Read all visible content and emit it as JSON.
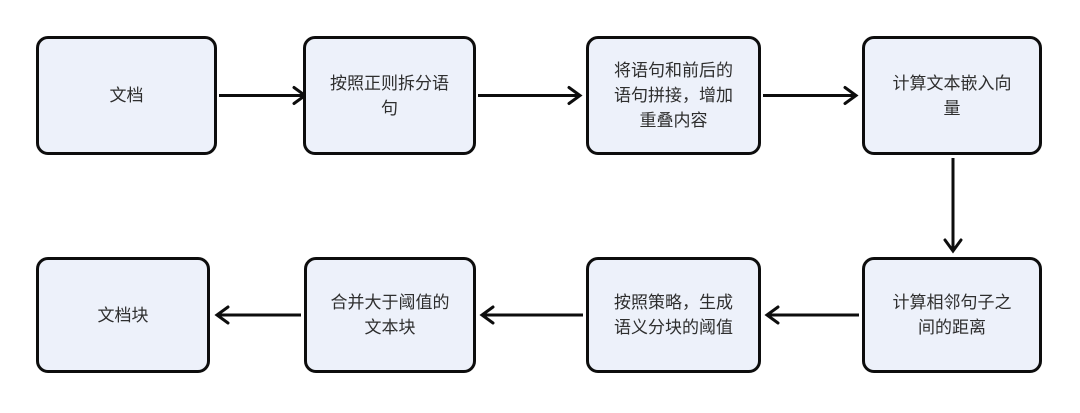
{
  "diagram": {
    "type": "flowchart",
    "colors": {
      "background": "#ffffff",
      "node_fill": "#edf1fa",
      "node_border": "#0d0d0d",
      "text": "#2e2e2e",
      "arrow": "#0d0d0d"
    },
    "nodes": [
      {
        "id": "document",
        "label": "文档"
      },
      {
        "id": "regex-split",
        "label": "按照正则拆分语句"
      },
      {
        "id": "concat-overlap",
        "label": "将语句和前后的语句拼接，增加重叠内容"
      },
      {
        "id": "embedding",
        "label": "计算文本嵌入向量"
      },
      {
        "id": "sentence-distance",
        "label": "计算相邻句子之间的距离"
      },
      {
        "id": "threshold",
        "label": "按照策略，生成语义分块的阈值"
      },
      {
        "id": "merge-chunks",
        "label": "合并大于阈值的文本块"
      },
      {
        "id": "document-chunks",
        "label": "文档块"
      }
    ],
    "edges": [
      {
        "from": "document",
        "to": "regex-split",
        "direction": "right"
      },
      {
        "from": "regex-split",
        "to": "concat-overlap",
        "direction": "right"
      },
      {
        "from": "concat-overlap",
        "to": "embedding",
        "direction": "right"
      },
      {
        "from": "embedding",
        "to": "sentence-distance",
        "direction": "down"
      },
      {
        "from": "sentence-distance",
        "to": "threshold",
        "direction": "left"
      },
      {
        "from": "threshold",
        "to": "merge-chunks",
        "direction": "left"
      },
      {
        "from": "merge-chunks",
        "to": "document-chunks",
        "direction": "left"
      }
    ]
  }
}
